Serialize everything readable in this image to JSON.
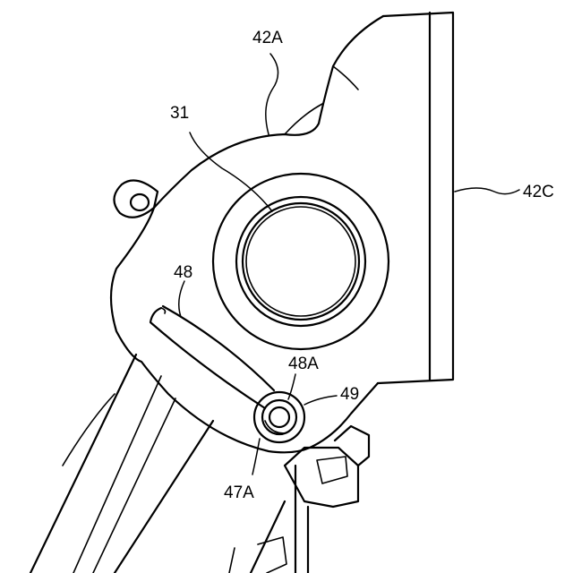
{
  "labels": {
    "ref_42A": "42A",
    "ref_31": "31",
    "ref_42C": "42C",
    "ref_48": "48",
    "ref_48A": "48A",
    "ref_49": "49",
    "ref_47A": "47A"
  }
}
